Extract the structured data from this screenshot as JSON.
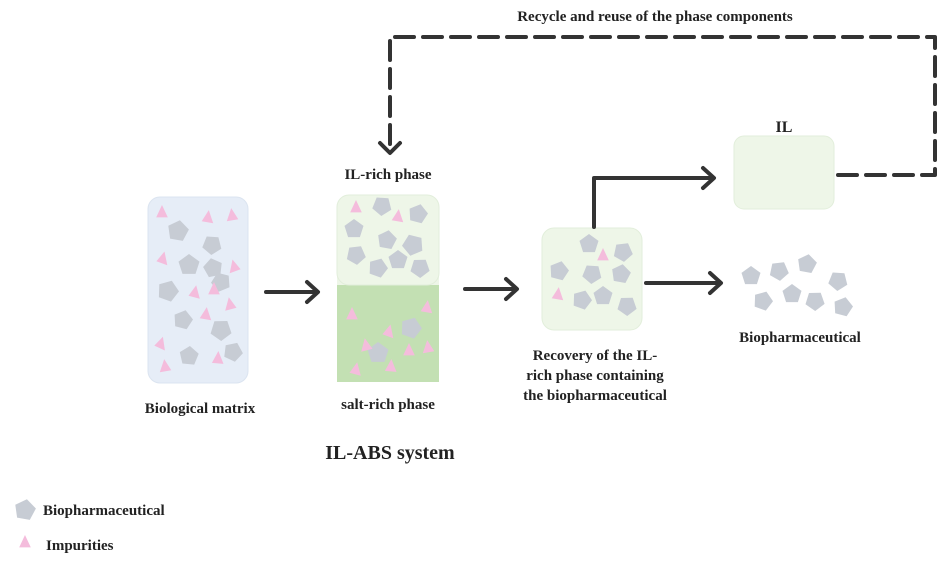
{
  "labels": {
    "recycle": "Recycle and reuse of the phase components",
    "il": "IL",
    "il_rich_phase": "IL-rich phase",
    "salt_rich_phase": "salt-rich phase",
    "biological_matrix": "Biological matrix",
    "recovery_line1": "Recovery of the IL-",
    "recovery_line2": "rich phase containing",
    "recovery_line3": "the biopharmaceutical",
    "biopharmaceutical_output": "Biopharmaceutical",
    "system_title": "IL-ABS system"
  },
  "legend": [
    {
      "shape": "pentagon",
      "label": "Biopharmaceutical"
    },
    {
      "shape": "triangle",
      "label": "Impurities"
    }
  ],
  "colors": {
    "matrix_fill": "#e6edf7",
    "il_phase_fill": "#eef6e8",
    "salt_phase_fill": "#c3e0b3",
    "recovered_fill": "#eef6e8",
    "pentagon": "#c7ccd4",
    "triangle": "#f4bcdc",
    "arrow": "#333333"
  }
}
